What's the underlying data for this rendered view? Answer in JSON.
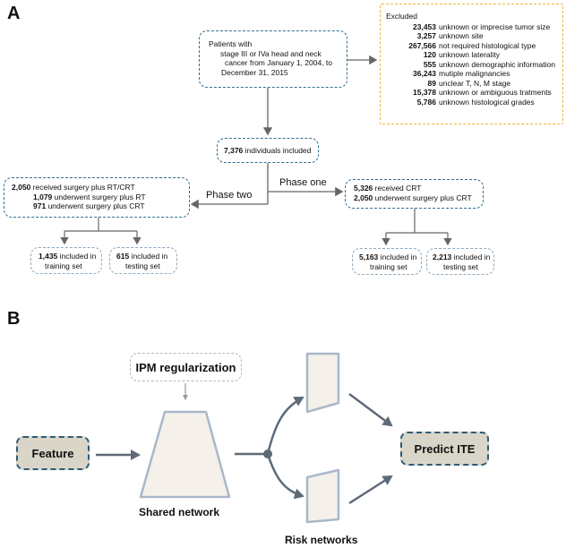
{
  "panel_a": {
    "label": "A",
    "patients_box": {
      "line1": "Patients with",
      "line2": "stage III or IVa head and neck",
      "line3": "cancer from January 1, 2004, to",
      "line4": "December 31, 2015"
    },
    "excluded": {
      "title": "Excluded",
      "items": [
        {
          "count": "23,453",
          "reason": "unknown or imprecise tumor size"
        },
        {
          "count": "3,257",
          "reason": "unknown site"
        },
        {
          "count": "267,566",
          "reason": "not required histological type"
        },
        {
          "count": "120",
          "reason": "unknown laterality"
        },
        {
          "count": "555",
          "reason": "unknown demographic information"
        },
        {
          "count": "36,243",
          "reason": "mutiple malignancies"
        },
        {
          "count": "89",
          "reason": "unclear T, N, M stage"
        },
        {
          "count": "15,378",
          "reason": "unknown or ambiguous tratments"
        },
        {
          "count": "5,786",
          "reason": "unknown histological grades"
        }
      ]
    },
    "included": {
      "count": "7,376",
      "text": "individuals included"
    },
    "phase_two_label": "Phase two",
    "phase_one_label": "Phase one",
    "phase_two_box": [
      {
        "count": "2,050",
        "text": "received surgery plus RT/CRT"
      },
      {
        "count": "1,079",
        "text": "underwent surgery plus RT"
      },
      {
        "count": "971",
        "text": "underwent surgery plus CRT"
      }
    ],
    "phase_one_box": [
      {
        "count": "5,326",
        "text": "received CRT"
      },
      {
        "count": "2,050",
        "text": "underwent surgery plus CRT"
      }
    ],
    "p2_train": {
      "count": "1,435",
      "text1": "included in",
      "text2": "training set"
    },
    "p2_test": {
      "count": "615",
      "text1": "included in",
      "text2": "testing set"
    },
    "p1_train": {
      "count": "5,163",
      "text1": "included in",
      "text2": "training set"
    },
    "p1_test": {
      "count": "2,213",
      "text1": "included in",
      "text2": "testing set"
    }
  },
  "panel_b": {
    "label": "B",
    "ipm": "IPM regularization",
    "feature": "Feature",
    "shared_network": "Shared network",
    "risk_networks": "Risk networks",
    "predict": "Predict ITE"
  },
  "colors": {
    "dark_blue_dash": "#2f6f93",
    "light_blue_dash": "#8fa9be",
    "orange_dash": "#f0b437",
    "arrow_gray": "#666666",
    "network_fill": "#f5f1ea",
    "network_stroke": "#a9b8c9",
    "node_fill": "#d9d5c8"
  }
}
